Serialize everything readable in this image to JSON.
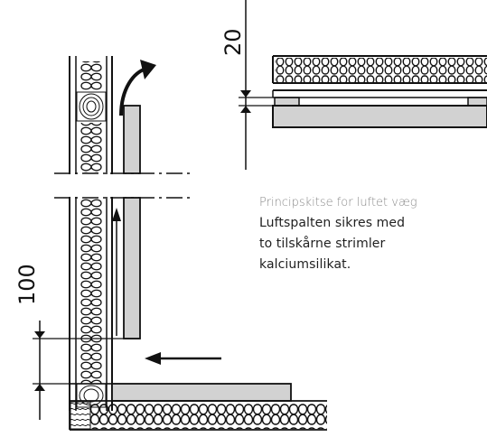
{
  "dimensions": {
    "top_gap": "20",
    "bottom_gap": "100"
  },
  "caption": {
    "title": "Principskitse for luftet væg",
    "lines": [
      "Luftspalten sikres med",
      "to tilskårne strimler",
      "kalciumsilikat."
    ]
  },
  "colors": {
    "board": "#d2d2d2",
    "line": "#111111",
    "background": "#ffffff"
  }
}
